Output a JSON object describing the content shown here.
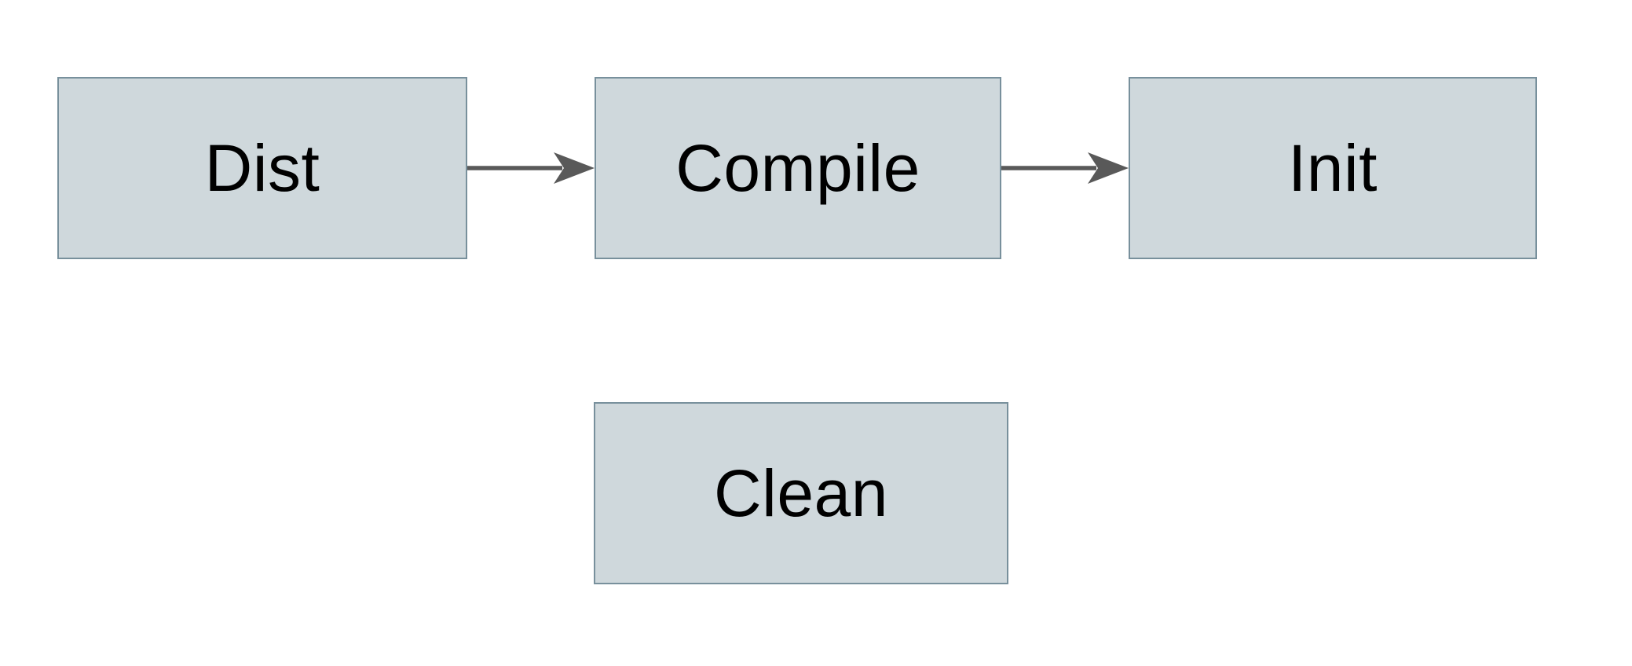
{
  "diagram": {
    "nodes": [
      {
        "id": "dist",
        "label": "Dist"
      },
      {
        "id": "compile",
        "label": "Compile"
      },
      {
        "id": "init",
        "label": "Init"
      },
      {
        "id": "clean",
        "label": "Clean"
      }
    ],
    "edges": [
      {
        "from": "Dist",
        "to": "Compile"
      },
      {
        "from": "Compile",
        "to": "Init"
      }
    ],
    "colors": {
      "background": "#ffffff",
      "node_fill": "#cfd8dc",
      "node_border": "#78909c",
      "arrow": "#595959",
      "text": "#000000"
    }
  }
}
